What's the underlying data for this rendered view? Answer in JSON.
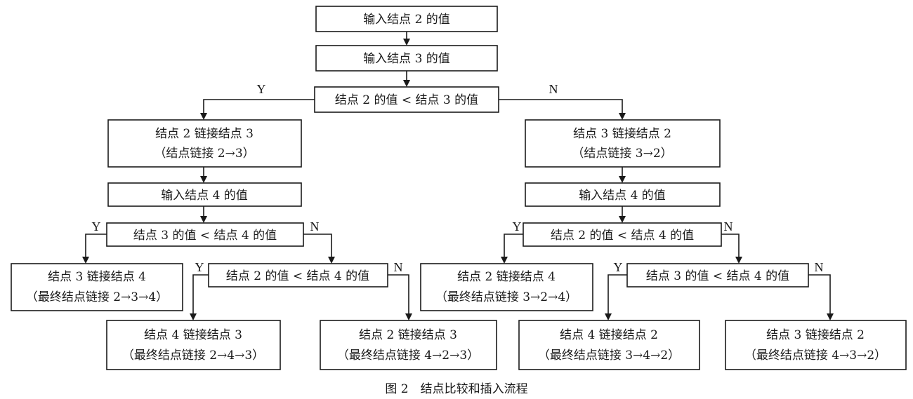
{
  "nodes": {
    "input_node2": "输入结点 2 的值",
    "input_node3": "输入结点 3 的值",
    "cmp_2_lt_3": "结点 2 的值 < 结点 3 的值",
    "link_2_3": [
      "结点 2 链接结点 3",
      "（结点链接 2→3）"
    ],
    "link_3_2": [
      "结点 3 链接结点 2",
      "（结点链接 3→2）"
    ],
    "input_node4_left": "输入结点 4 的值",
    "input_node4_right": "输入结点 4 的值",
    "cmp_3_lt_4_left": "结点 3 的值 < 结点 4 的值",
    "cmp_2_lt_4_right": "结点 2 的值 < 结点 4 的值",
    "final_2_3_4": [
      "结点 3 链接结点 4",
      "（最终结点链接 2→3→4）"
    ],
    "cmp_2_lt_4_left": "结点 2 的值 < 结点 4 的值",
    "final_3_2_4": [
      "结点 2 链接结点 4",
      "（最终结点链接 3→2→4）"
    ],
    "cmp_3_lt_4_right": "结点 3 的值 < 结点 4 的值",
    "final_2_4_3": [
      "结点 4 链接结点 3",
      "（最终结点链接 2→4→3）"
    ],
    "final_4_2_3": [
      "结点 2 链接结点 3",
      "（最终结点链接 4→2→3）"
    ],
    "final_3_4_2": [
      "结点 4 链接结点 2",
      "（最终结点链接 3→4→2）"
    ],
    "final_4_3_2": [
      "结点 3 链接结点 2",
      "（最终结点链接 4→3→2）"
    ]
  },
  "branch_labels": {
    "yes": "Y",
    "no": "N"
  },
  "caption": "图 2　结点比较和插入流程"
}
